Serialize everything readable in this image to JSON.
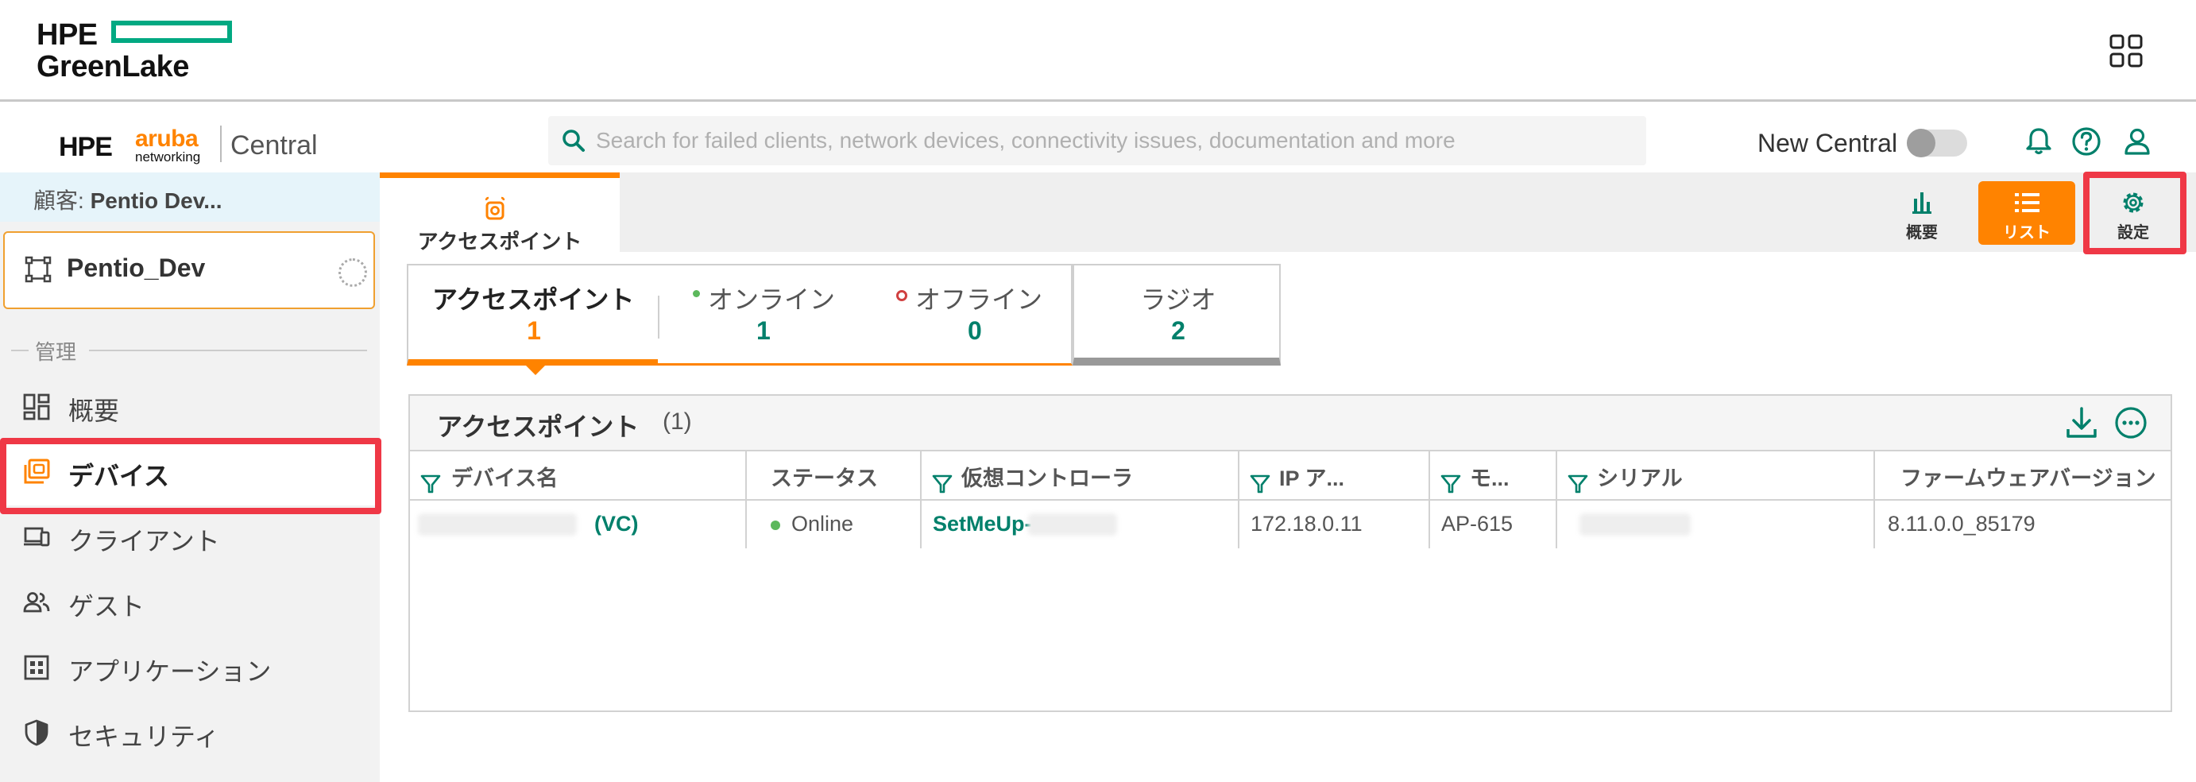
{
  "greenlake": {
    "logo_line1": "HPE",
    "logo_line2": "GreenLake"
  },
  "header": {
    "brand_hpe": "HPE",
    "brand_aruba": "aruba",
    "brand_networking": "networking",
    "product": "Central",
    "search_placeholder": "Search for failed clients, network devices, connectivity issues, documentation and more",
    "new_central_label": "New Central",
    "new_central_enabled": false
  },
  "sidebar": {
    "customer_prefix": "顧客: ",
    "customer_name": "Pentio Dev...",
    "group_name": "Pentio_Dev",
    "section_label": "管理",
    "items": [
      {
        "label": "概要",
        "icon": "dashboard-grid-icon",
        "active": false
      },
      {
        "label": "デバイス",
        "icon": "devices-icon",
        "active": true
      },
      {
        "label": "クライアント",
        "icon": "clients-icon",
        "active": false
      },
      {
        "label": "ゲスト",
        "icon": "guests-icon",
        "active": false
      },
      {
        "label": "アプリケーション",
        "icon": "applications-icon",
        "active": false
      },
      {
        "label": "セキュリティ",
        "icon": "security-shield-icon",
        "active": false
      }
    ]
  },
  "tabs": {
    "access_point_label": "アクセスポイント"
  },
  "view_buttons": {
    "summary": "概要",
    "list": "リスト",
    "settings": "設定"
  },
  "cards": {
    "ap_label": "アクセスポイント",
    "ap_count": "1",
    "online_label": "オンライン",
    "online_count": "1",
    "offline_label": "オフライン",
    "offline_count": "0",
    "radio_label": "ラジオ",
    "radio_count": "2"
  },
  "table": {
    "title": "アクセスポイント",
    "count": "(1)",
    "columns": [
      "デバイス名",
      "ステータス",
      "仮想コントローラ",
      "IP ア...",
      "モ...",
      "シリアル",
      "ファームウェアバージョン"
    ],
    "rows": [
      {
        "device_name_suffix": "(VC)",
        "status": "Online",
        "virtual_controller": "SetMeUp-",
        "ip": "172.18.0.11",
        "model": "AP-615",
        "serial": "",
        "firmware": "8.11.0.0_85179"
      }
    ]
  },
  "colors": {
    "accent_orange": "#ff8300",
    "brand_green": "#01a982",
    "link_teal": "#01806b",
    "highlight_red": "#ef3846",
    "online_green": "#5cb85c",
    "offline_red": "#d04040"
  }
}
